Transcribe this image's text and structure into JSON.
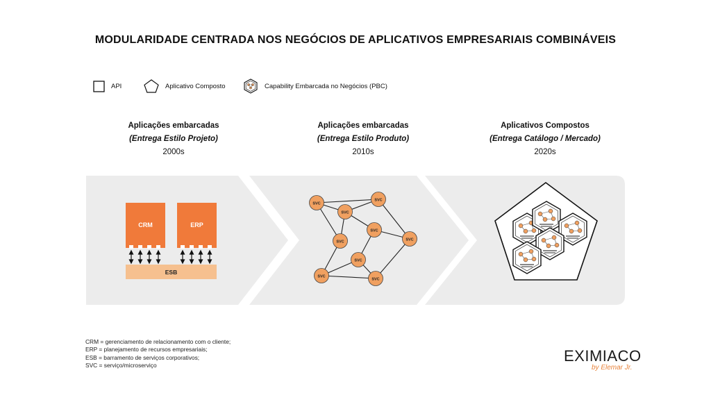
{
  "title": "MODULARIDADE CENTRADA NOS NEGÓCIOS DE APLICATIVOS EMPRESARIAIS COMBINÁVEIS",
  "legend": {
    "api": "API",
    "composite_app": "Aplicativo Composto",
    "pbc": "Capability Embarcada no Negócios (PBC)"
  },
  "eras": [
    {
      "heading": "Aplicações embarcadas",
      "subtitle": "(Entrega Estilo Projeto)",
      "year": "2000s"
    },
    {
      "heading": "Aplicações embarcadas",
      "subtitle": "(Entrega Estilo Produto)",
      "year": "2010s"
    },
    {
      "heading": "Aplicativos Compostos",
      "subtitle": "(Entrega Catálogo / Mercado)",
      "year": "2020s"
    }
  ],
  "monolith": {
    "crm": "CRM",
    "erp": "ERP",
    "esb": "ESB"
  },
  "svc_label": "SVC",
  "notes": [
    "CRM = gerenciamento de relacionamento com o cliente;",
    "ERP = planejamento de recursos empresariais;",
    "ESB = barramento de serviços corporativos;",
    "SVC = serviço/microserviço"
  ],
  "logo": {
    "name": "EXIMIACO",
    "tagline": "by Elemar Jr."
  },
  "colors": {
    "accent": "#f0a060",
    "accent_dark": "#f07a3a",
    "band": "#ececec",
    "bus": "#f6c08f"
  }
}
